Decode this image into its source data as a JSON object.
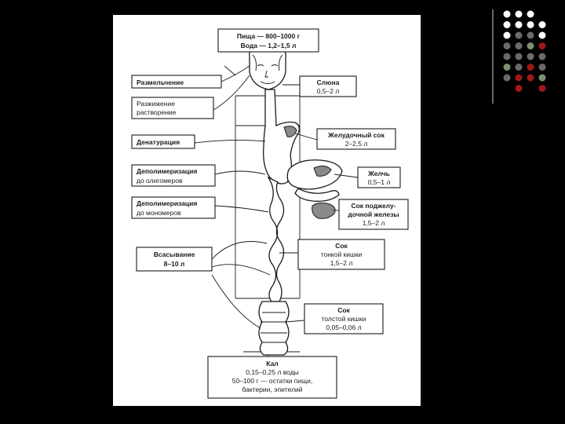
{
  "intake": {
    "line1": "Пища — 800–1000 г",
    "line2": "Вода  — 1,2–1,5 л"
  },
  "processes": [
    {
      "lines": [
        "Размельчение"
      ]
    },
    {
      "lines": [
        "Разжижение",
        "растворение"
      ]
    },
    {
      "lines": [
        "Денатурация"
      ]
    },
    {
      "lines": [
        "Деполимеризация",
        "до олигомеров"
      ]
    },
    {
      "lines": [
        "Деполимеризация",
        "до мономеров"
      ]
    },
    {
      "lines": [
        "Всасывание",
        "8–10 л"
      ]
    }
  ],
  "secretions": [
    {
      "lines": [
        "Слюна",
        "0,5–2 л"
      ]
    },
    {
      "lines": [
        "Желудочный сок",
        "2–2,5 л"
      ]
    },
    {
      "lines": [
        "Желчь",
        "0,5–1 л"
      ]
    },
    {
      "lines": [
        "Сок поджелу-",
        "дочной железы",
        "1,5–2 л"
      ]
    },
    {
      "lines": [
        "Сок",
        "тонкой кишки",
        "1,5–2 л"
      ]
    },
    {
      "lines": [
        "Сок",
        "толстой кишки",
        "0,05–0,06 л"
      ]
    }
  ],
  "output": {
    "lines": [
      "Кал",
      "0,15–0,25 л воды",
      "50–100 г — остатки пищи,",
      "бактерии, эпителий"
    ]
  },
  "colors": {
    "background": "#000000",
    "panel": "#ffffff",
    "dot_white": "#ffffff",
    "dot_gray": "#6b6b6b",
    "dot_green": "#7d8f6e",
    "dot_red": "#a01818"
  }
}
